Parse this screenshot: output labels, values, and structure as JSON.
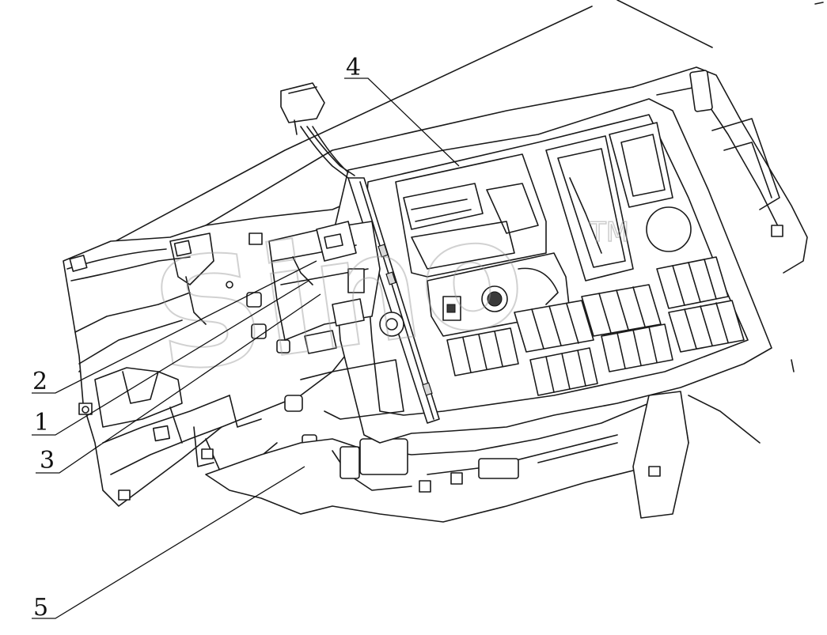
{
  "callouts": [
    {
      "id": "1",
      "label": "1"
    },
    {
      "id": "2",
      "label": "2"
    },
    {
      "id": "3",
      "label": "3"
    },
    {
      "id": "4",
      "label": "4"
    },
    {
      "id": "5",
      "label": "5"
    }
  ],
  "watermark": {
    "text": "Sino",
    "tm": "TM"
  },
  "colors": {
    "line": "#1a1a1a",
    "background": "#ffffff",
    "watermark": "#9a9a9a"
  }
}
